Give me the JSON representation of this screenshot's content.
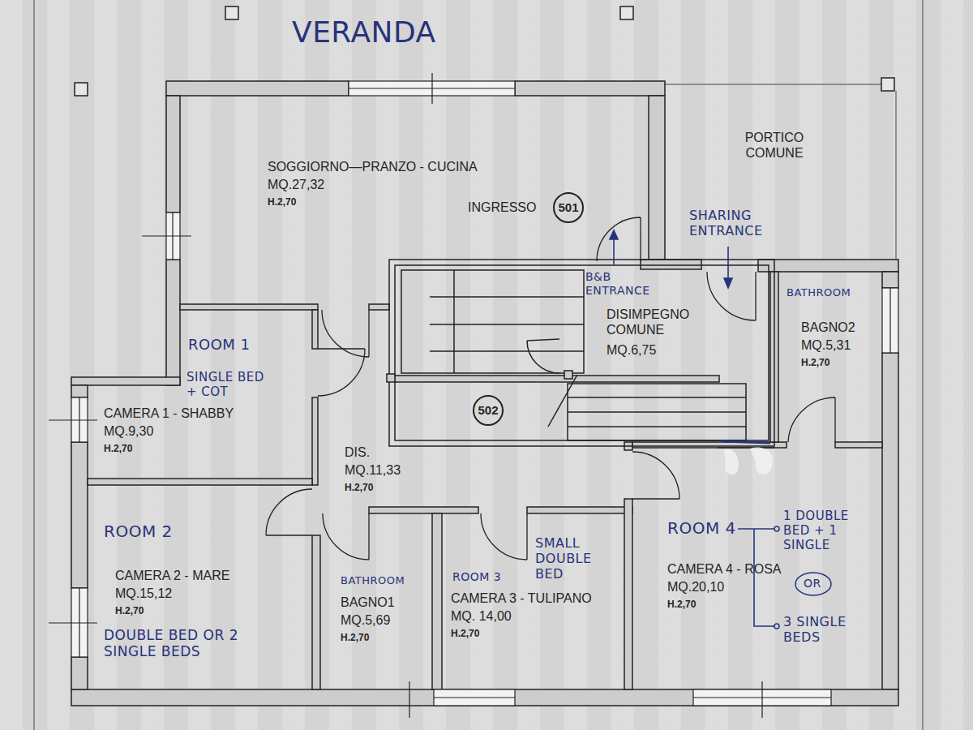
{
  "diagram": {
    "nodes": [
      {
        "text": [
          "SOGGIORNO—PRANZO - CUCINA",
          "MQ.27,32",
          "H.2,70",
          "INGRESSO"
        ]
      },
      {
        "text": [
          "501"
        ],
        "in": 0
      },
      {
        "text": [
          "DISIMPEGNO COMUNE",
          "MQ.6,75"
        ]
      },
      {
        "text": [
          "BATHROOM",
          "BAGNO2",
          "MQ.5,31",
          "H.2,70"
        ]
      },
      {
        "text": [
          "ROOM 1",
          "SINGLE BED + COT",
          "CAMERA 1 - SHABBY",
          "MQ.9,30",
          "H.2,70"
        ]
      },
      {
        "text": [
          "502"
        ]
      },
      {
        "text": [
          "DIS.",
          "MQ.11,33",
          "H.2,70"
        ]
      },
      {
        "text": [
          "ROOM 2",
          "CAMERA 2 - MARE",
          "MQ.15,12",
          "H.2,70",
          "DOUBLE BED OR 2 SINGLE BEDS"
        ]
      },
      {
        "text": [
          "BATHROOM",
          "BAGNO1",
          "MQ.5,69",
          "H.2,70"
        ]
      },
      {
        "text": [
          "ROOM 3",
          "SMALL DOUBLE BED",
          "CAMERA 3 - TULIPANO",
          "MQ. 14,00",
          "H.2,70"
        ]
      },
      {
        "text": [
          "ROOM 4",
          "1 DOUBLE BED + 1 SINGLE",
          "OR",
          "3 SINGLE BEDS",
          "CAMERA 4 - ROSA",
          "MQ.20,10",
          "H.2,70"
        ]
      }
    ],
    "labels": [
      "VERANDA",
      "PORTICO COMUNE",
      "SHARING ENTRANCE",
      "B&B ENTRANCE"
    ]
  }
}
